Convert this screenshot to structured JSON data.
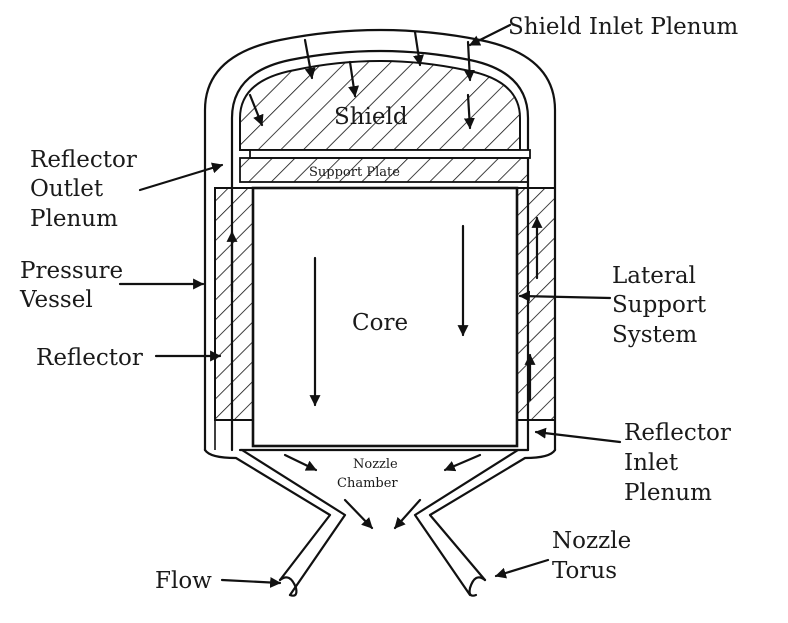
{
  "labels": {
    "shield_inlet_plenum": "Shield Inlet Plenum",
    "shield": "Shield",
    "support_plate": "Support Plate",
    "reflector_outlet_plenum_1": "Reflector",
    "reflector_outlet_plenum_2": "Outlet",
    "reflector_outlet_plenum_3": "Plenum",
    "pressure_vessel_1": "Pressure",
    "pressure_vessel_2": "Vessel",
    "reflector": "Reflector",
    "core": "Core",
    "lateral_support_1": "Lateral",
    "lateral_support_2": "Support",
    "lateral_support_3": "System",
    "reflector_inlet_plenum_1": "Reflector",
    "reflector_inlet_plenum_2": "Inlet",
    "reflector_inlet_plenum_3": "Plenum",
    "nozzle_chamber_1": "Nozzle",
    "nozzle_chamber_2": "Chamber",
    "nozzle_torus_1": "Nozzle",
    "nozzle_torus_2": "Torus",
    "flow": "Flow"
  },
  "colors": {
    "ink": "#111111",
    "paper": "#ffffff"
  }
}
